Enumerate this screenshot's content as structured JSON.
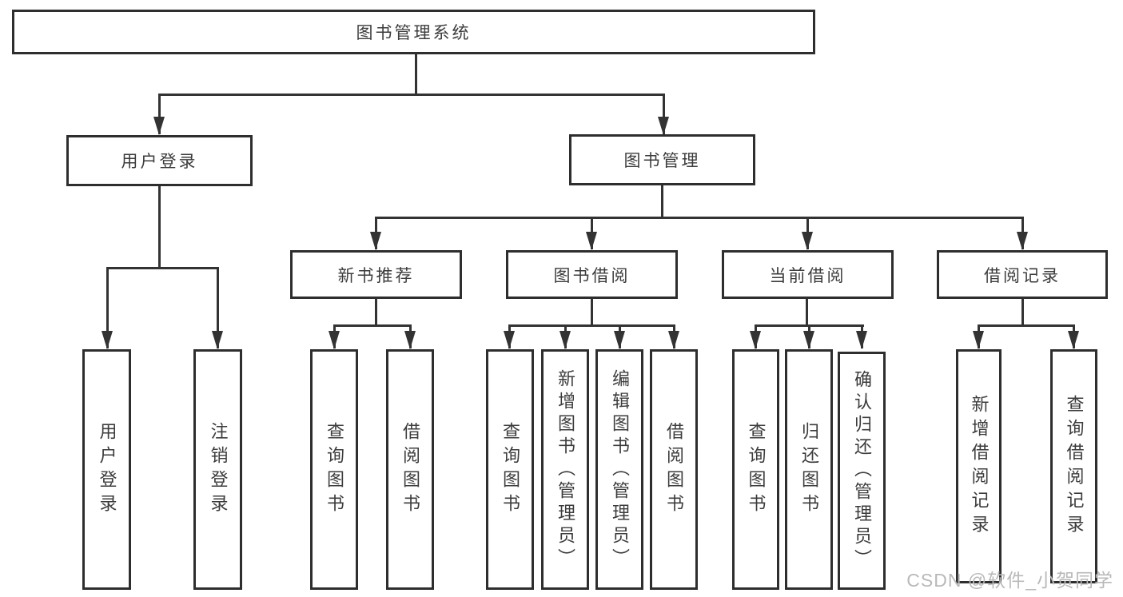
{
  "diagram": {
    "root": "图书管理系统",
    "branches": {
      "user_login": "用户登录",
      "book_management": "图书管理"
    },
    "modules": {
      "new_book_recommend": "新书推荐",
      "book_borrowing": "图书借阅",
      "current_borrowing": "当前借阅",
      "borrowing_records": "借阅记录"
    },
    "leaves": {
      "user_login": "用户登录",
      "logout": "注销登录",
      "nb_query_books": "查询图书",
      "nb_borrow_books": "借阅图书",
      "bb_query_books": "查询图书",
      "bb_add_books": "新增图书（管理员）",
      "bb_edit_books": "编辑图书（管理员）",
      "bb_borrow_books": "借阅图书",
      "cb_query_books": "查询图书",
      "cb_return_books": "归还图书",
      "cb_confirm_return": "确认归还（管理员）",
      "br_add_record": "新增借阅记录",
      "br_query_record": "查询借阅记录"
    }
  },
  "watermark": "CSDN @软件_小贺同学",
  "colors": {
    "line": "#333333",
    "box_border": "#2e2e2e",
    "text": "#3c3c3c",
    "watermark": "#b9b9b9",
    "background": "#ffffff"
  }
}
